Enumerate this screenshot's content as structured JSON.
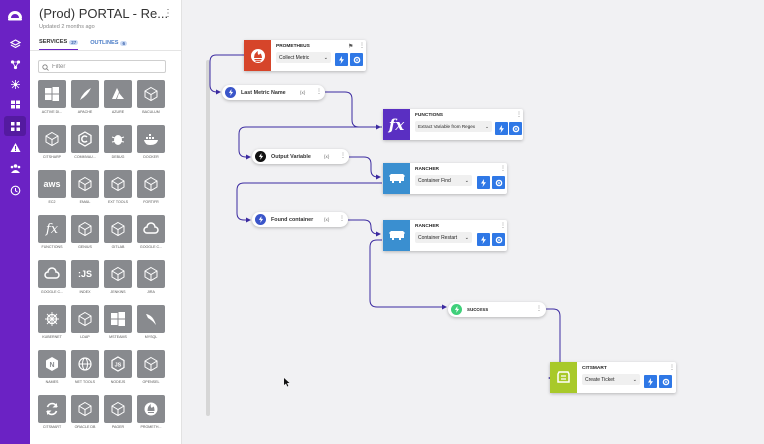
{
  "panel": {
    "title": "(Prod) PORTAL - Re...",
    "updated": "Updated 2 months ago",
    "tabs": [
      {
        "label": "SERVICES",
        "count": "27"
      },
      {
        "label": "OUTLINES",
        "count": "6"
      }
    ],
    "filter_placeholder": "Filter",
    "services": [
      {
        "label": "ACTIVE DI...",
        "icon": "windows-icon"
      },
      {
        "label": "APACHE",
        "icon": "feather-icon"
      },
      {
        "label": "AZURE",
        "icon": "azure-icon"
      },
      {
        "label": "BACULUM",
        "icon": "cube-icon"
      },
      {
        "label": "CITSHARP",
        "icon": "cube-icon"
      },
      {
        "label": "COMMVAU...",
        "icon": "commvault-icon"
      },
      {
        "label": "DEBUG",
        "icon": "bug-icon"
      },
      {
        "label": "DOCKER",
        "icon": "docker-icon"
      },
      {
        "label": "EC2",
        "icon": "aws-icon"
      },
      {
        "label": "EMAIL",
        "icon": "cube-icon"
      },
      {
        "label": "EXT TOOLS",
        "icon": "cube-icon"
      },
      {
        "label": "FORTIFR",
        "icon": "cube-icon"
      },
      {
        "label": "FUNCTIONS",
        "icon": "function-icon"
      },
      {
        "label": "GENIUS",
        "icon": "cube-icon"
      },
      {
        "label": "GITLAB",
        "icon": "cube-icon"
      },
      {
        "label": "GOOGLE C...",
        "icon": "cloud-icon"
      },
      {
        "label": "GOOGLE C...",
        "icon": "cloud-icon"
      },
      {
        "label": "INDEX",
        "icon": "index-icon"
      },
      {
        "label": "JENKINS",
        "icon": "cube-icon"
      },
      {
        "label": "JIRA",
        "icon": "cube-icon"
      },
      {
        "label": "KUBERNET",
        "icon": "helm-icon"
      },
      {
        "label": "LDAP",
        "icon": "cube-icon"
      },
      {
        "label": "MSTEAMS",
        "icon": "windows-icon"
      },
      {
        "label": "MYSQL",
        "icon": "dolphin-icon"
      },
      {
        "label": "NAMES",
        "icon": "n-icon"
      },
      {
        "label": "NET TOOLS",
        "icon": "globe-icon"
      },
      {
        "label": "NODEJS",
        "icon": "nodejs-icon"
      },
      {
        "label": "OPENSEL",
        "icon": "cube-icon"
      },
      {
        "label": "CITSMART",
        "icon": "refresh-icon"
      },
      {
        "label": "ORACLE DB",
        "icon": "cube-icon"
      },
      {
        "label": "PAGER",
        "icon": "cube-icon"
      },
      {
        "label": "PROMETH...",
        "icon": "prometheus-icon"
      }
    ]
  },
  "flow": {
    "nodes": {
      "prometheus": {
        "title": "PROMETHEUS",
        "select": "Collect Metric",
        "color": "#d6452a"
      },
      "functions": {
        "title": "FUNCTIONS",
        "select": "Extract Variable from Regex",
        "color": "#5a2fc2"
      },
      "rancher1": {
        "title": "RANCHER",
        "select": "Container Find",
        "color": "#3a8fd0"
      },
      "rancher2": {
        "title": "RANCHER",
        "select": "Container Restart",
        "color": "#3a8fd0"
      },
      "citsmart": {
        "title": "CITSMART",
        "select": "Create Ticket",
        "color": "#a8c92a"
      }
    },
    "pills": {
      "last_metric": {
        "label": "Last Metric Name",
        "badge": "{x}"
      },
      "output_var": {
        "label": "Output Variable",
        "badge": "{x}"
      },
      "found_container": {
        "label": "Found container",
        "badge": "{x}"
      },
      "success": {
        "label": "success"
      }
    }
  },
  "colors": {
    "rail": "#6b22c4",
    "edge": "#3b2aa0",
    "action_button": "#2f78e6"
  }
}
